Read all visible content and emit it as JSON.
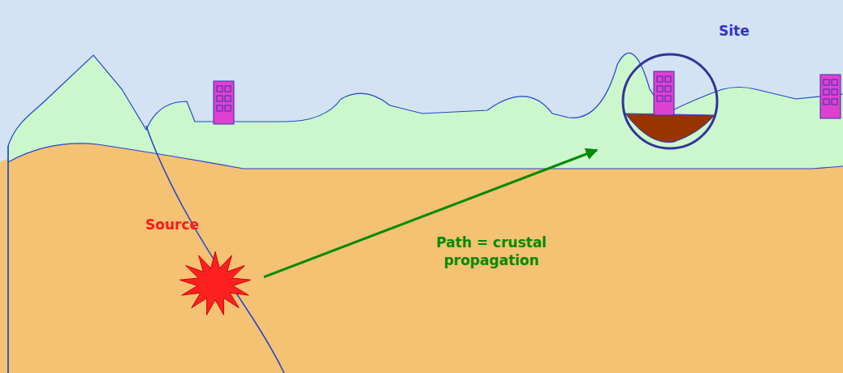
{
  "diagram": {
    "nodes": [
      {
        "text": [
          "Site"
        ]
      },
      {
        "text": [
          "Source"
        ]
      }
    ],
    "edges": [
      {
        "from": 1,
        "to": 0,
        "arrow": "to",
        "label": "Path = crustal propagation"
      }
    ]
  }
}
